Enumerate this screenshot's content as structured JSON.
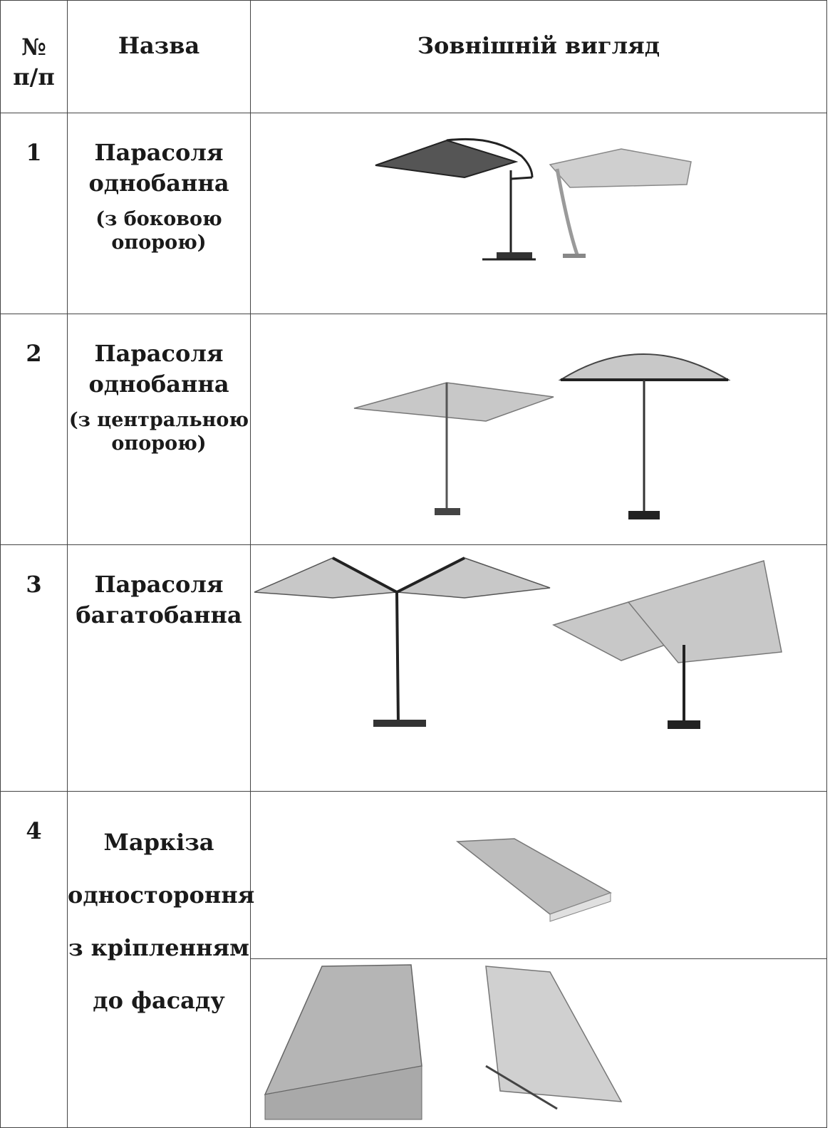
{
  "header": {
    "num": "№ п/п",
    "name": "Назва",
    "appearance": "Зовнішній вигляд"
  },
  "rows": [
    {
      "num": "1",
      "name_lines": [
        "Парасоля",
        "однобанна"
      ],
      "note_lines": [
        "(з боковою",
        "опорою)"
      ]
    },
    {
      "num": "2",
      "name_lines": [
        "Парасоля",
        "однобанна"
      ],
      "note_lines": [
        "(з центральною",
        "опорою)"
      ]
    },
    {
      "num": "3",
      "name_lines": [
        "Парасоля",
        "багатобанна"
      ]
    },
    {
      "num": "4",
      "name_lines": [
        "Маркіза",
        "одностороння",
        "з кріпленням",
        "до фасаду"
      ]
    }
  ],
  "colors": {
    "border": "#444444",
    "canopy_dark": "#555555",
    "canopy_light": "#c8c8c8",
    "pole": "#2a2a2a"
  },
  "icons": [
    "cantilever-umbrella-icon",
    "center-pole-umbrella-icon",
    "multi-canopy-umbrella-icon",
    "awning-icon"
  ]
}
